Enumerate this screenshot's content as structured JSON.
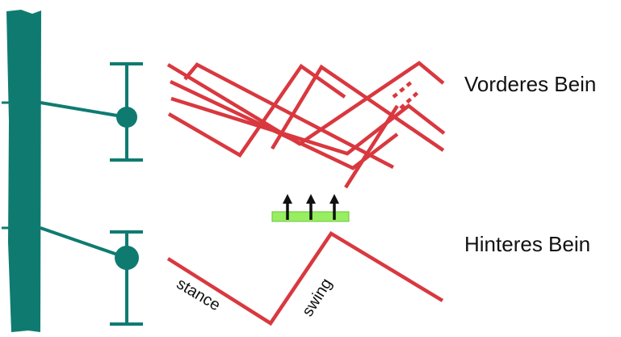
{
  "legs": {
    "front": {
      "label": "Vorderes Bein"
    },
    "hind": {
      "label": "Hinteres Bein"
    }
  },
  "phases": {
    "stance": "stance",
    "swing": "swing"
  },
  "colors": {
    "teal": "#0f7b70",
    "red": "#d9383f",
    "green_bar": "#97ee61",
    "arrow": "#111111"
  }
}
